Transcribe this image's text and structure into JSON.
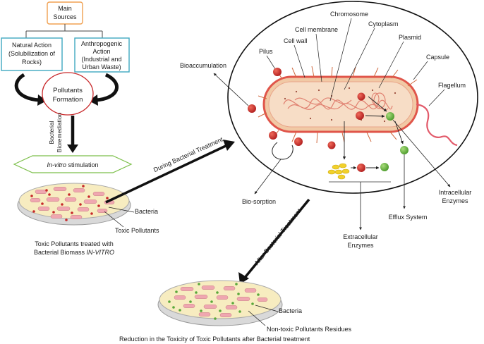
{
  "sources": {
    "main_line1": "Main",
    "main_line2": "Sources",
    "natural_line1": "Natural Action",
    "natural_line2": "(Solubilization of",
    "natural_line3": "Rocks)",
    "anthro_line1": "Anthropogenic",
    "anthro_line2": "Action",
    "anthro_line3": "(Industrial and",
    "anthro_line4": "Urban Waste)"
  },
  "pollutants": {
    "line1": "Pollutants",
    "line2": "Formation"
  },
  "bioremediation": {
    "line1": "Bacterial",
    "line2": "Bioremediation"
  },
  "invitro": {
    "italic": "In-vitro",
    "rest": " stimulation"
  },
  "dish1": {
    "bacteria": "Bacteria",
    "toxic": "Toxic Pollutants",
    "caption_line1": "Toxic Pollutants treated with",
    "caption_line2": "Bacterial Biomass ",
    "caption_italic": "IN-VITRO"
  },
  "arrows": {
    "during": "During Bacterial Treatment",
    "after": "After Bacterial Treatment"
  },
  "cell": {
    "chromosome": "Chromosome",
    "cell_membrane": "Cell membrane",
    "cytoplasm": "Cytoplasm",
    "cell_wall": "Cell wall",
    "plasmid": "Plasmid",
    "pilus": "Pilus",
    "capsule": "Capsule",
    "flagellum": "Flagellum",
    "bioaccumulation": "Bioaccumulation",
    "biosorption": "Bio-sorption",
    "extracellular_line1": "Extracellular",
    "extracellular_line2": "Enzymes",
    "efflux": "Efflux System",
    "intracellular_line1": "Intracellular",
    "intracellular_line2": "Enzymes"
  },
  "dish2": {
    "bacteria": "Bacteria",
    "nontoxic": "Non-toxic Pollutants Residues",
    "caption": "Reduction in the Toxicity of Toxic Pollutants after Bacterial treatment"
  },
  "colors": {
    "box_border_orange": "#f0a050",
    "box_border_teal": "#3fa9c0",
    "pollutant_red": "#c8282a",
    "nontoxic_green": "#5aa83a",
    "capsule_fill": "#f1c9a5",
    "cell_wall": "#e0554a",
    "dish_fill": "#f7ecc0",
    "bacteria_pink": "#efa7b0",
    "enzyme_yellow": "#f2d12b"
  }
}
